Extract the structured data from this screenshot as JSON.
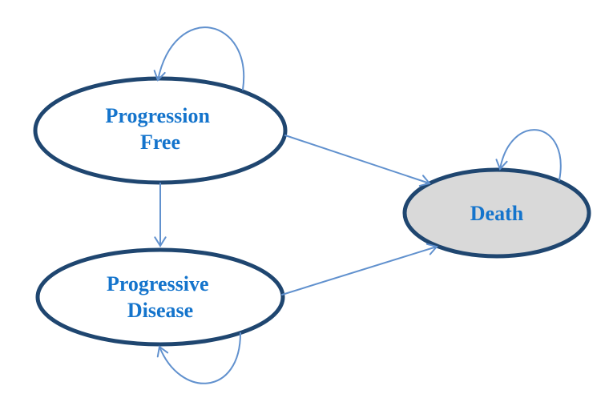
{
  "diagram": {
    "type": "state-transition-diagram",
    "description": "Three-state Markov model with self-loops",
    "colors": {
      "background": "#ffffff",
      "node_border": "#1f4670",
      "node_fill_default": "#ffffff",
      "node_fill_death": "#d9d9d9",
      "node_text": "#1474cc",
      "arrow": "#6191ce"
    },
    "nodes": {
      "progression_free": {
        "label": "Progression Free",
        "line1": "Progression",
        "line2": "Free",
        "shape": "ellipse",
        "fill": "#ffffff"
      },
      "progressive_disease": {
        "label": "Progressive Disease",
        "line1": "Progressive",
        "line2": "Disease",
        "shape": "ellipse",
        "fill": "#ffffff"
      },
      "death": {
        "label": "Death",
        "line1": "Death",
        "shape": "ellipse",
        "fill": "#d9d9d9"
      }
    },
    "edges": [
      {
        "from": "Progression Free",
        "to": "Progression Free",
        "kind": "self-loop"
      },
      {
        "from": "Progression Free",
        "to": "Progressive Disease",
        "kind": "transition"
      },
      {
        "from": "Progression Free",
        "to": "Death",
        "kind": "transition"
      },
      {
        "from": "Progressive Disease",
        "to": "Progressive Disease",
        "kind": "self-loop"
      },
      {
        "from": "Progressive Disease",
        "to": "Death",
        "kind": "transition"
      },
      {
        "from": "Death",
        "to": "Death",
        "kind": "self-loop"
      }
    ]
  }
}
